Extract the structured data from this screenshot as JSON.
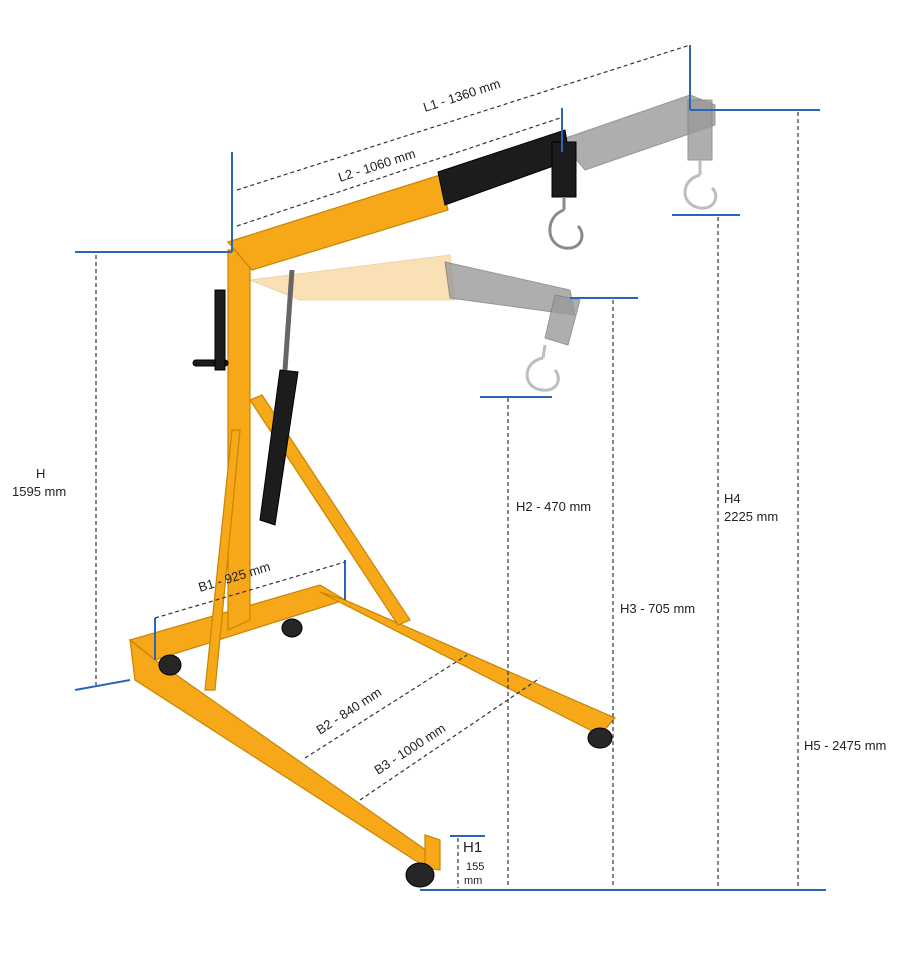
{
  "labels": {
    "L1": "L1  - 1360  mm",
    "L2": "L2 - 1060 mm",
    "H_name": "H",
    "H_value": "1595 mm",
    "H1_name": "H1",
    "H1_value1": "155",
    "H1_value2": "mm",
    "H2": "H2 - 470 mm",
    "H3": "H3 - 705 mm",
    "H4_name": "H4",
    "H4_value": "2225 mm",
    "H5": "H5 - 2475 mm",
    "B1": "B1 - 925 mm",
    "B2": "B2 - 840 mm",
    "B3": "B3 - 1000 mm"
  },
  "colors": {
    "frame": "#f6a818",
    "reference_line": "#2a66b8",
    "boom_extension": "#1c1c1c",
    "ghost_boom": "#9a9a9a"
  }
}
